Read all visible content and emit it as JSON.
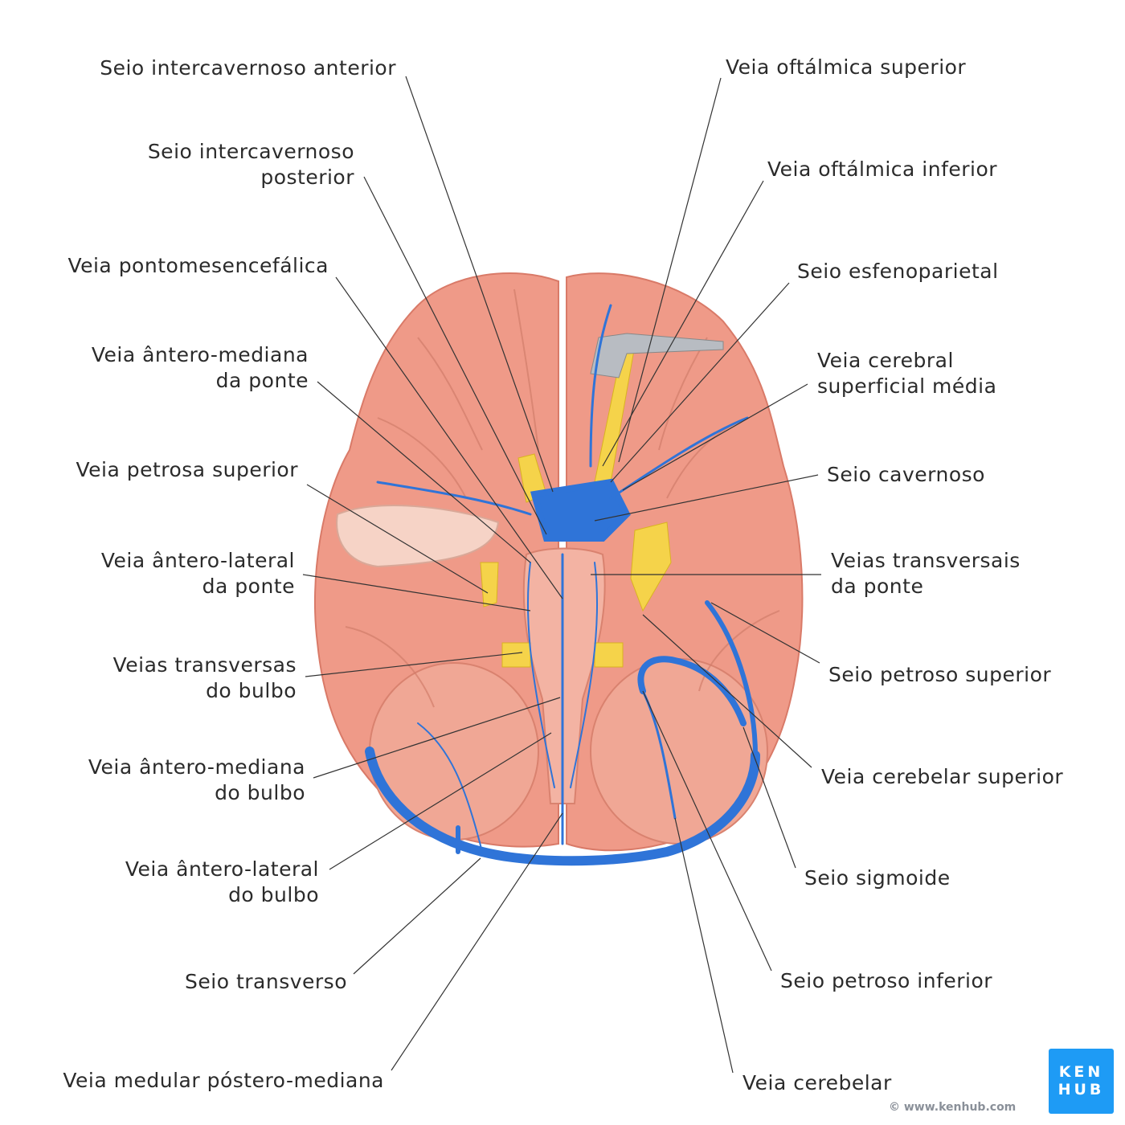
{
  "labels_left": [
    {
      "line1": "Seio intercavernoso anterior",
      "line2": ""
    },
    {
      "line1": "Seio intercavernoso",
      "line2": "posterior"
    },
    {
      "line1": "Veia pontomesencefálica",
      "line2": ""
    },
    {
      "line1": "Veia ântero-mediana",
      "line2": "da ponte"
    },
    {
      "line1": "Veia petrosa superior",
      "line2": ""
    },
    {
      "line1": "Veia ântero-lateral",
      "line2": "da ponte"
    },
    {
      "line1": "Veias transversas",
      "line2": "do bulbo"
    },
    {
      "line1": "Veia ântero-mediana",
      "line2": "do bulbo"
    },
    {
      "line1": "Veia ântero-lateral",
      "line2": "do bulbo"
    },
    {
      "line1": "Seio transverso",
      "line2": ""
    },
    {
      "line1": "Veia medular póstero-mediana",
      "line2": ""
    }
  ],
  "labels_right": [
    {
      "line1": "Veia oftálmica superior",
      "line2": ""
    },
    {
      "line1": "Veia oftálmica inferior",
      "line2": ""
    },
    {
      "line1": "Seio esfenoparietal",
      "line2": ""
    },
    {
      "line1": "Veia cerebral",
      "line2": "superficial média"
    },
    {
      "line1": "Seio cavernoso",
      "line2": ""
    },
    {
      "line1": "Veias transversais",
      "line2": "da ponte"
    },
    {
      "line1": "Seio petroso superior",
      "line2": ""
    },
    {
      "line1": "Veia cerebelar superior",
      "line2": ""
    },
    {
      "line1": "Seio sigmoide",
      "line2": ""
    },
    {
      "line1": "Seio petroso inferior",
      "line2": ""
    },
    {
      "line1": "Veia cerebelar",
      "line2": ""
    }
  ],
  "logo": {
    "line1": "KEN",
    "line2": "HUB"
  },
  "copyright": "© www.kenhub.com",
  "colors": {
    "brain": "#ef9a88",
    "vein": "#2f74d8",
    "nerve": "#f5d34a",
    "logo": "#1e9bf5"
  }
}
